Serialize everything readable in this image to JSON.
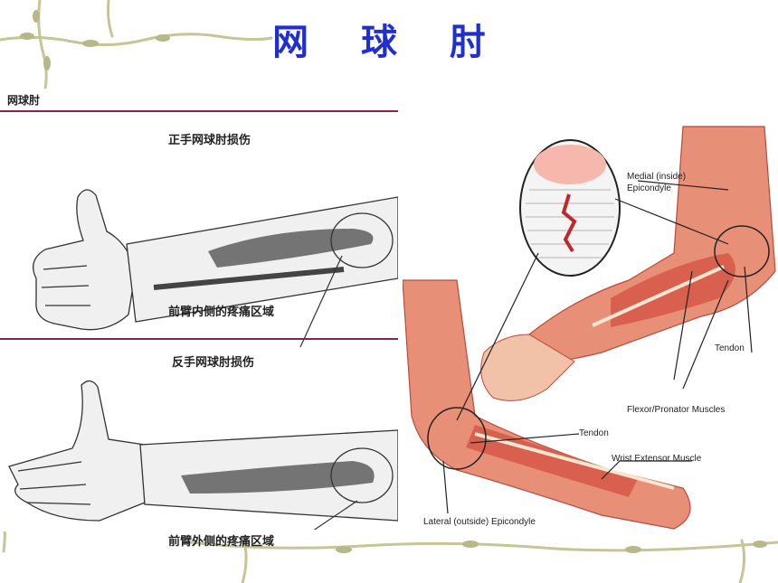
{
  "slide": {
    "title": "网 球 肘"
  },
  "left_figure": {
    "corner_label": "网球肘",
    "top": {
      "heading": "正手网球肘损伤",
      "callout": "前臂内侧的疼痛区域"
    },
    "bottom": {
      "heading": "反手网球肘损伤",
      "callout": "前臂外侧的疼痛区域"
    }
  },
  "right_figure": {
    "labels": {
      "medial": "Medial (inside)",
      "epicondyle": "Epicondyle",
      "tendon_upper": "Tendon",
      "flexor": "Flexor/Pronator Muscles",
      "tendon_lower": "Tendon",
      "wrist_extensor": "Wrist Extensor Muscle",
      "lateral": "Lateral (outside) Epicondyle"
    }
  },
  "colors": {
    "title": "#1f2fd0",
    "rule": "#8b2151",
    "vine": "#c8c89a",
    "muscle": "#d9604f"
  }
}
